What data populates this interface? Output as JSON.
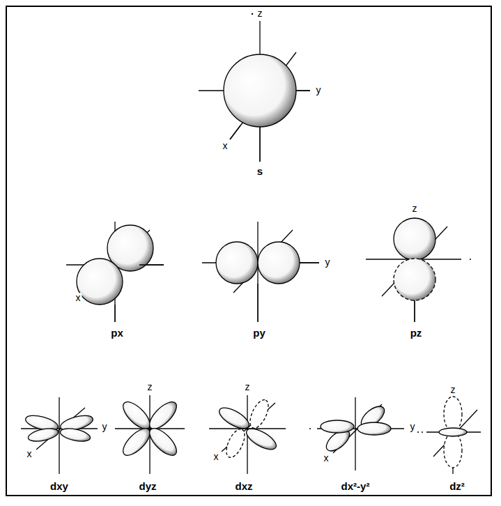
{
  "diagram": {
    "labels": [
      "z",
      "y",
      "x",
      "s",
      "x",
      "y",
      "z",
      "px",
      "py",
      "pz",
      "y",
      "x",
      "z",
      "z",
      "x",
      "x",
      "y",
      "z",
      "dxy",
      "dyz",
      "dxz",
      "dx²-y²",
      "dz²"
    ]
  }
}
